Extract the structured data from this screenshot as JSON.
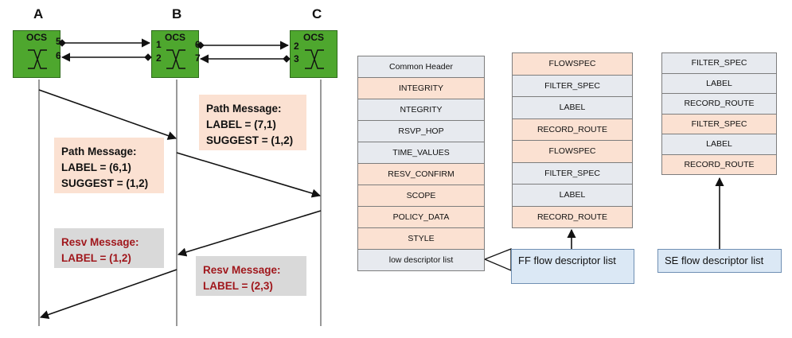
{
  "nodes": [
    {
      "id": "A",
      "label": "A",
      "switch": "OCS"
    },
    {
      "id": "B",
      "label": "B",
      "switch": "OCS"
    },
    {
      "id": "C",
      "label": "C",
      "switch": "OCS"
    }
  ],
  "ports": {
    "a_top": "5",
    "a_bottom": "6",
    "b_left_top": "1",
    "b_left_bottom": "2",
    "b_right_top": "6",
    "b_right_bottom": "7",
    "c_top": "2",
    "c_bottom": "3"
  },
  "messages": {
    "path_bc": {
      "title": "Path Message:",
      "label": "LABEL = (7,1)",
      "suggest": "SUGGEST = (1,2)"
    },
    "path_ab": {
      "title": "Path Message:",
      "label": "LABEL = (6,1)",
      "suggest": "SUGGEST = (1,2)"
    },
    "resv_ba": {
      "title": "Resv Message:",
      "label": "LABEL = (1,2)"
    },
    "resv_cb": {
      "title": "Resv Message:",
      "label": "LABEL = (2,3)"
    }
  },
  "tables": {
    "rsvp_object": {
      "rows": [
        {
          "text": "Common Header",
          "fill": "gray"
        },
        {
          "text": "INTEGRITY",
          "fill": "pink"
        },
        {
          "text": "NTEGRITY",
          "fill": "gray"
        },
        {
          "text": "RSVP_HOP",
          "fill": "gray"
        },
        {
          "text": "TIME_VALUES",
          "fill": "gray"
        },
        {
          "text": "RESV_CONFIRM",
          "fill": "pink"
        },
        {
          "text": "SCOPE",
          "fill": "pink"
        },
        {
          "text": "POLICY_DATA",
          "fill": "pink"
        },
        {
          "text": "STYLE",
          "fill": "pink"
        },
        {
          "text": "low descriptor list",
          "fill": "gray"
        }
      ]
    },
    "ff_descriptor": {
      "rows": [
        {
          "text": "FLOWSPEC",
          "fill": "pink"
        },
        {
          "text": "FILTER_SPEC",
          "fill": "gray"
        },
        {
          "text": "LABEL",
          "fill": "gray"
        },
        {
          "text": "RECORD_ROUTE",
          "fill": "pink"
        },
        {
          "text": "FLOWSPEC",
          "fill": "pink"
        },
        {
          "text": "FILTER_SPEC",
          "fill": "gray"
        },
        {
          "text": "LABEL",
          "fill": "gray"
        },
        {
          "text": "RECORD_ROUTE",
          "fill": "pink"
        }
      ]
    },
    "se_descriptor": {
      "rows": [
        {
          "text": "FILTER_SPEC",
          "fill": "gray"
        },
        {
          "text": "LABEL",
          "fill": "gray"
        },
        {
          "text": "RECORD_ROUTE",
          "fill": "gray"
        },
        {
          "text": "FILTER_SPEC",
          "fill": "pink"
        },
        {
          "text": "LABEL",
          "fill": "gray"
        },
        {
          "text": "RECORD_ROUTE",
          "fill": "pink"
        }
      ]
    }
  },
  "callouts": {
    "ff": "FF flow descriptor list",
    "se": "SE flow descriptor list"
  },
  "colors": {
    "ocs_green": "#4ea72e",
    "path_fill": "#fbe1d2",
    "resv_fill": "#d9d9d9",
    "resv_text": "#a0171c",
    "row_gray": "#e7eaef",
    "callout_fill": "#dbe8f5"
  }
}
